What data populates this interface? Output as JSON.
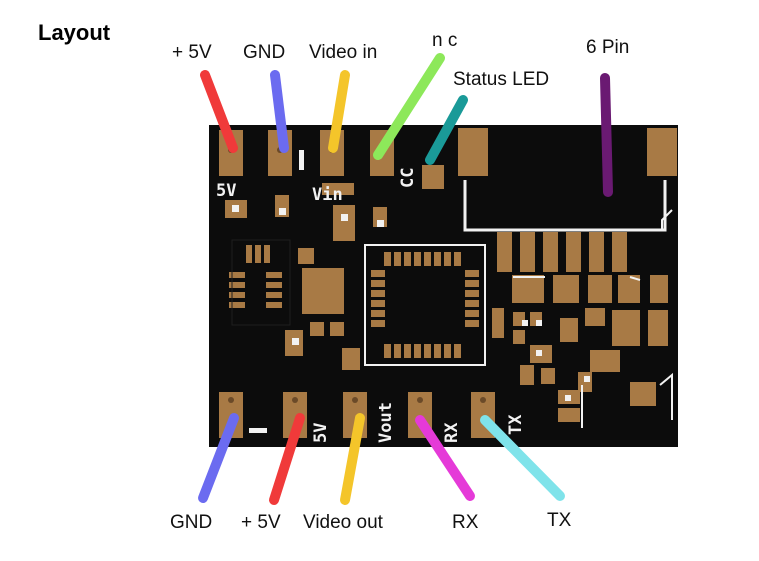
{
  "title": "Layout",
  "top_labels": {
    "plus5v": "+ 5V",
    "gnd": "GND",
    "video_in": "Video in",
    "nc": "n c",
    "status_led": "Status LED",
    "six_pin": "6 Pin"
  },
  "bottom_labels": {
    "gnd": "GND",
    "plus5v": "+ 5V",
    "video_out": "Video out",
    "rx": "RX",
    "tx": "TX"
  },
  "silkscreen": {
    "v5_top": "5V",
    "vin": "Vin",
    "cc": "CC",
    "v5_bottom": "5V",
    "vout": "Vout",
    "rx": "RX",
    "tx": "TX"
  },
  "colors": {
    "board": "#0c0c0c",
    "pad": "#a87a45",
    "red": "#f03a3a",
    "blue": "#6b6bf0",
    "yellow": "#f4c52a",
    "green": "#8de85a",
    "teal": "#1a9a98",
    "purple": "#6a1a72",
    "magenta": "#e53ad8",
    "cyan": "#7fe3ea"
  }
}
